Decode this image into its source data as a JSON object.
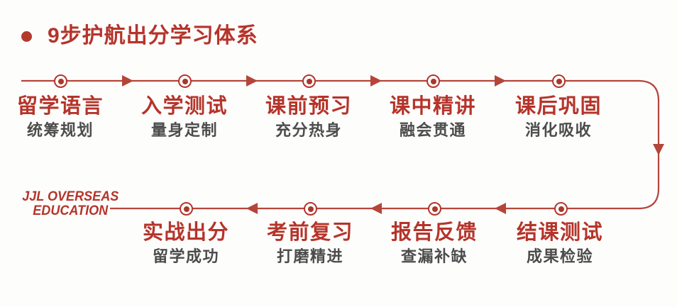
{
  "heading": {
    "bullet": "bullet-dot-icon",
    "text": "9步护航出分学习体系"
  },
  "colors": {
    "accent_red": "#b5342a",
    "line_red": "#b5443a",
    "subtitle_gray": "#4c4c4c",
    "background": "#fdfdfc"
  },
  "logo": {
    "line1": "JJL OVERSEAS",
    "line2": "EDUCATION"
  },
  "flow": {
    "top_row": [
      {
        "title": "留学语言",
        "sub": "统筹规划"
      },
      {
        "title": "入学测试",
        "sub": "量身定制"
      },
      {
        "title": "课前预习",
        "sub": "充分热身"
      },
      {
        "title": "课中精讲",
        "sub": "融会贯通"
      },
      {
        "title": "课后巩固",
        "sub": "消化吸收"
      }
    ],
    "bottom_row": [
      {
        "title": "实战出分",
        "sub": "留学成功"
      },
      {
        "title": "考前复习",
        "sub": "打磨精进"
      },
      {
        "title": "报告反馈",
        "sub": "查漏补缺"
      },
      {
        "title": "结课测试",
        "sub": "成果检验"
      }
    ]
  }
}
